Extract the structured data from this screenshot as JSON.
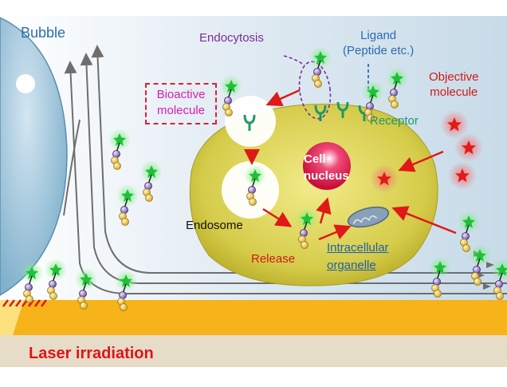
{
  "labels": {
    "bubble": "Bubble",
    "endocytosis": "Endocytosis",
    "ligand_line1": "Ligand",
    "ligand_line2": "(Peptide etc.)",
    "objective_line1": "Objective",
    "objective_line2": "molecule",
    "bioactive_line1": "Bioactive",
    "bioactive_line2": "molecule",
    "receptor": "Receptor",
    "cell_nucleus_line1": "Cell",
    "cell_nucleus_line2": "nucleus",
    "endosome": "Endosome",
    "release": "Release",
    "organelle_line1": "Intracellular",
    "organelle_line2": "organelle",
    "laser": "Laser irradiation"
  },
  "colors": {
    "bubble_fill": "#a9cbe0",
    "cell_fill": "#d9d25a",
    "nucleus_fill": "#e2194e",
    "molecule_star": "#22c93a",
    "objective_star": "#e31a1a",
    "receptor": "#1b9a6a",
    "arrow_red": "#e01818",
    "substrate_orange": "#f6b31a",
    "substrate_bottom": "#e6dcc7",
    "flow_lines": "#6e6e6e"
  }
}
